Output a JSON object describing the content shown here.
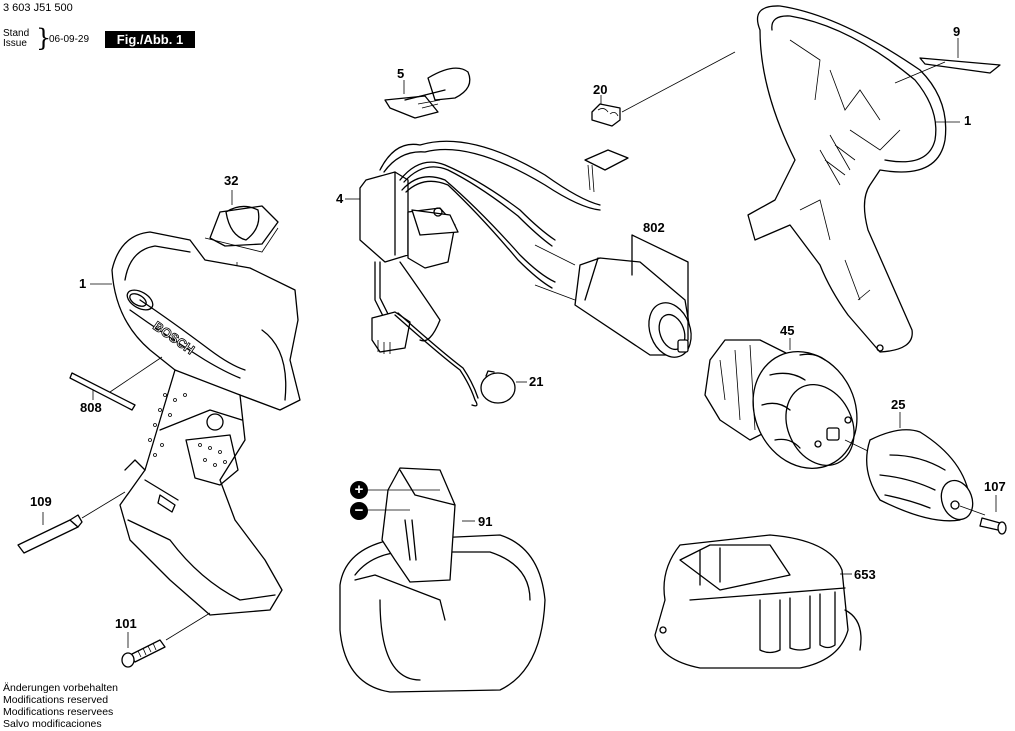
{
  "header": {
    "document_number": "3 603 J51 500",
    "stand_label": "Stand",
    "issue_label": "Issue",
    "date": "06-09-29",
    "figure_label": "Fig./Abb. 1"
  },
  "footer": {
    "lines": [
      "Änderungen vorbehalten",
      "Modifications reserved",
      "Modifications reservees",
      "Salvo modificaciones"
    ]
  },
  "parts": {
    "housing_left": "1",
    "housing_right": "1",
    "switch": "4",
    "switch_button": "5",
    "label_9": "9",
    "slide_20": "20",
    "magnet_21": "21",
    "chuck_25": "25",
    "cover_32": "32",
    "gearbox_45": "45",
    "battery_91": "91",
    "screw_101": "101",
    "screw_107": "107",
    "bit_109": "109",
    "charger_653": "653",
    "motor_802": "802",
    "label_808": "808"
  },
  "battery_terminals": {
    "positive": "+",
    "negative": "−"
  },
  "logo_text": "BOSCH"
}
